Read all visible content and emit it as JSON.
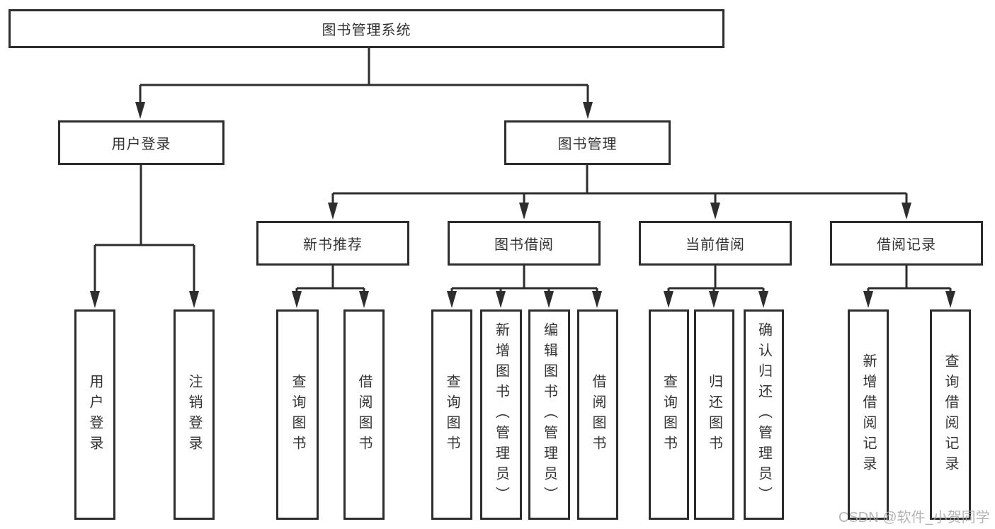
{
  "tree": {
    "root": "图书管理系统",
    "branches": [
      {
        "label": "用户登录",
        "children": [
          "用户登录",
          "注销登录"
        ]
      },
      {
        "label": "图书管理",
        "groups": [
          {
            "label": "新书推荐",
            "children": [
              "查询图书",
              "借阅图书"
            ]
          },
          {
            "label": "图书借阅",
            "children": [
              "查询图书",
              "新增图书（管理员）",
              "编辑图书（管理员）",
              "借阅图书"
            ]
          },
          {
            "label": "当前借阅",
            "children": [
              "查询图书",
              "归还图书",
              "确认归还（管理员）"
            ]
          },
          {
            "label": "借阅记录",
            "children": [
              "新增借阅记录",
              "查询借阅记录"
            ]
          }
        ]
      }
    ]
  },
  "watermark": {
    "text": "CSDN @软件_小贺同学"
  },
  "colors": {
    "line": "#2d2d2d",
    "text": "#333333",
    "watermark": "#a8a8a8",
    "background": "#ffffff"
  }
}
